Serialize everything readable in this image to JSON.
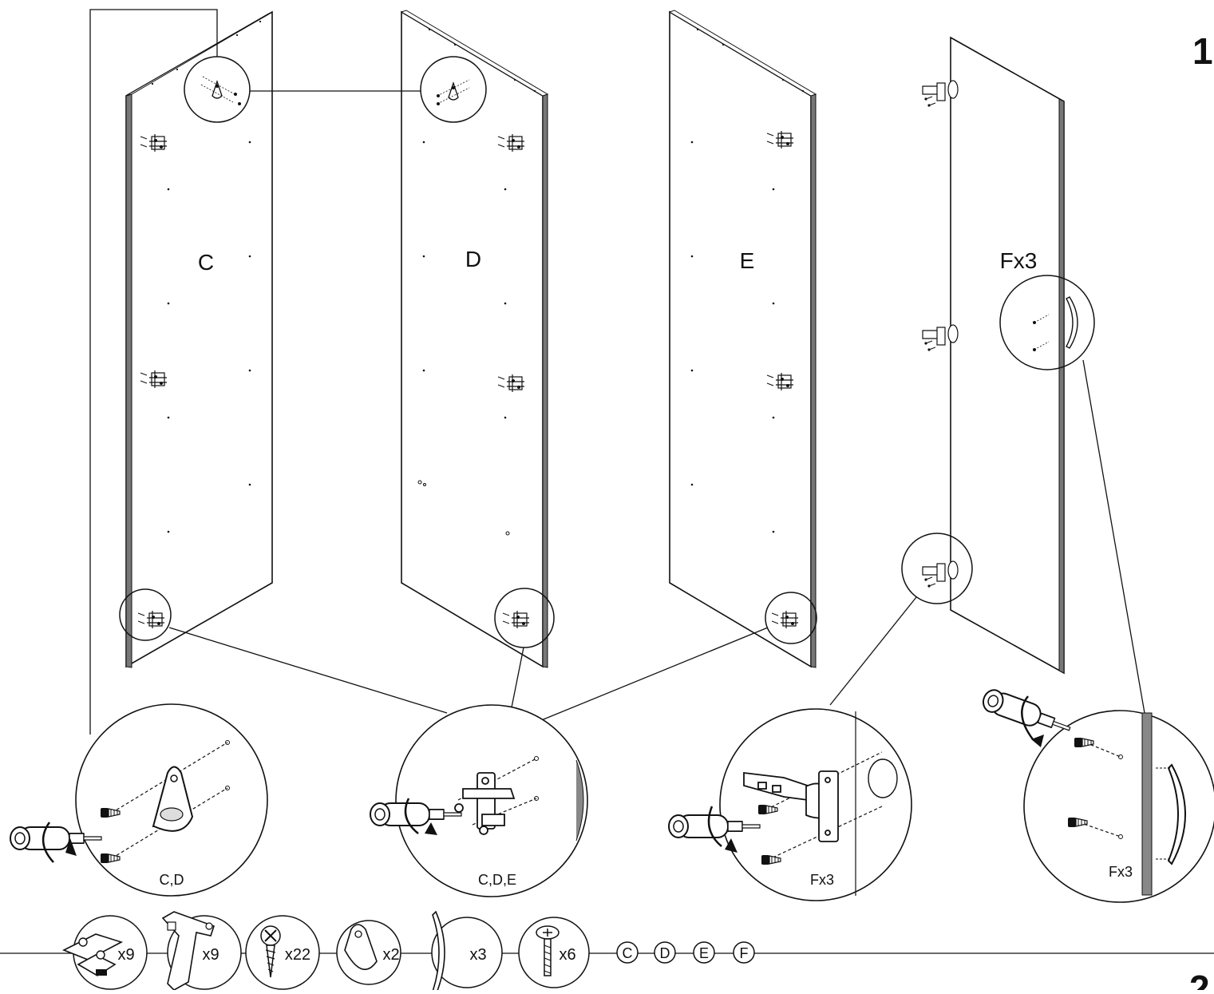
{
  "step": {
    "number": "1",
    "next_number": "2"
  },
  "panels": [
    {
      "id": "C",
      "label": "C"
    },
    {
      "id": "D",
      "label": "D"
    },
    {
      "id": "E",
      "label": "E"
    },
    {
      "id": "F",
      "label": "Fx3"
    }
  ],
  "details": [
    {
      "id": "hanger",
      "label": "C,D"
    },
    {
      "id": "hinge-plate",
      "label": "C,D,E"
    },
    {
      "id": "hinge",
      "label": "Fx3"
    },
    {
      "id": "handle",
      "label": "Fx3"
    }
  ],
  "parts_list": [
    {
      "icon": "hinge-plate-icon",
      "qty": "x9"
    },
    {
      "icon": "hinge-icon",
      "qty": "x9"
    },
    {
      "icon": "screw-icon",
      "qty": "x22"
    },
    {
      "icon": "hanger-bracket-icon",
      "qty": "x2"
    },
    {
      "icon": "handle-icon",
      "qty": "x3"
    },
    {
      "icon": "bolt-icon",
      "qty": "x6"
    }
  ],
  "panel_refs": [
    "C",
    "D",
    "E",
    "F"
  ]
}
